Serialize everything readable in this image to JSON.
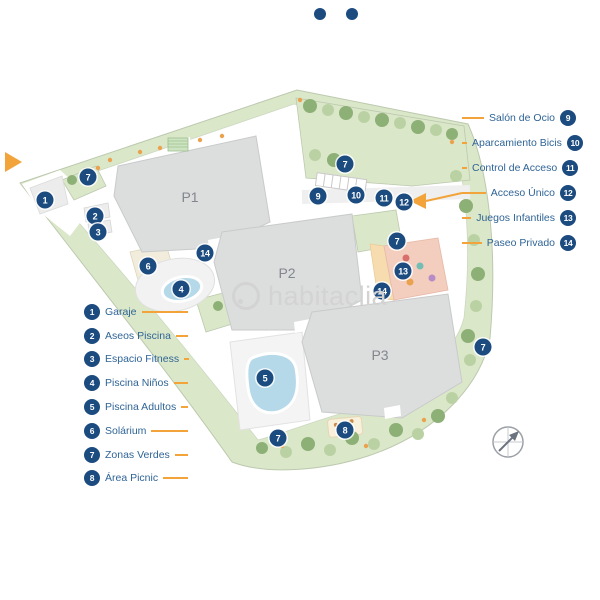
{
  "watermark": {
    "text": "habitaclia"
  },
  "buildings": {
    "p1": "P1",
    "p2": "P2",
    "p3": "P3"
  },
  "legend_left": {
    "items": [
      {
        "num": "1",
        "label": "Garaje"
      },
      {
        "num": "2",
        "label": "Aseos Piscina"
      },
      {
        "num": "3",
        "label": "Espacio Fitness"
      },
      {
        "num": "4",
        "label": "Piscina Niños"
      },
      {
        "num": "5",
        "label": "Piscina Adultos"
      },
      {
        "num": "6",
        "label": "Solárium"
      },
      {
        "num": "7",
        "label": "Zonas Verdes"
      },
      {
        "num": "8",
        "label": "Área Picnic"
      }
    ]
  },
  "legend_right": {
    "items": [
      {
        "num": "9",
        "label": "Salón de Ocio"
      },
      {
        "num": "10",
        "label": "Aparcamiento Bicis"
      },
      {
        "num": "11",
        "label": "Control de Acceso"
      },
      {
        "num": "12",
        "label": "Acceso Único"
      },
      {
        "num": "13",
        "label": "Juegos Infantiles"
      },
      {
        "num": "14",
        "label": "Paseo Privado"
      }
    ]
  },
  "markers": [
    {
      "label": "1"
    },
    {
      "label": "2"
    },
    {
      "label": "3"
    },
    {
      "label": "7"
    },
    {
      "label": "14"
    },
    {
      "label": "6"
    },
    {
      "label": "4"
    },
    {
      "label": "5"
    },
    {
      "label": "7"
    },
    {
      "label": "9"
    },
    {
      "label": "10"
    },
    {
      "label": "11"
    },
    {
      "label": "12"
    },
    {
      "label": "7"
    },
    {
      "label": "13"
    },
    {
      "label": "14"
    },
    {
      "label": "7"
    },
    {
      "label": "7"
    },
    {
      "label": "8"
    }
  ],
  "colors": {
    "badge_blue": "#1c4b80",
    "legend_text_blue": "#2f6496",
    "accent_orange": "#f2a43b",
    "green_area": "#dbe7c9",
    "building_gray": "#dcdddd",
    "pool_blue": "#b5d9e9",
    "playground_pink": "#f3cdbd"
  }
}
